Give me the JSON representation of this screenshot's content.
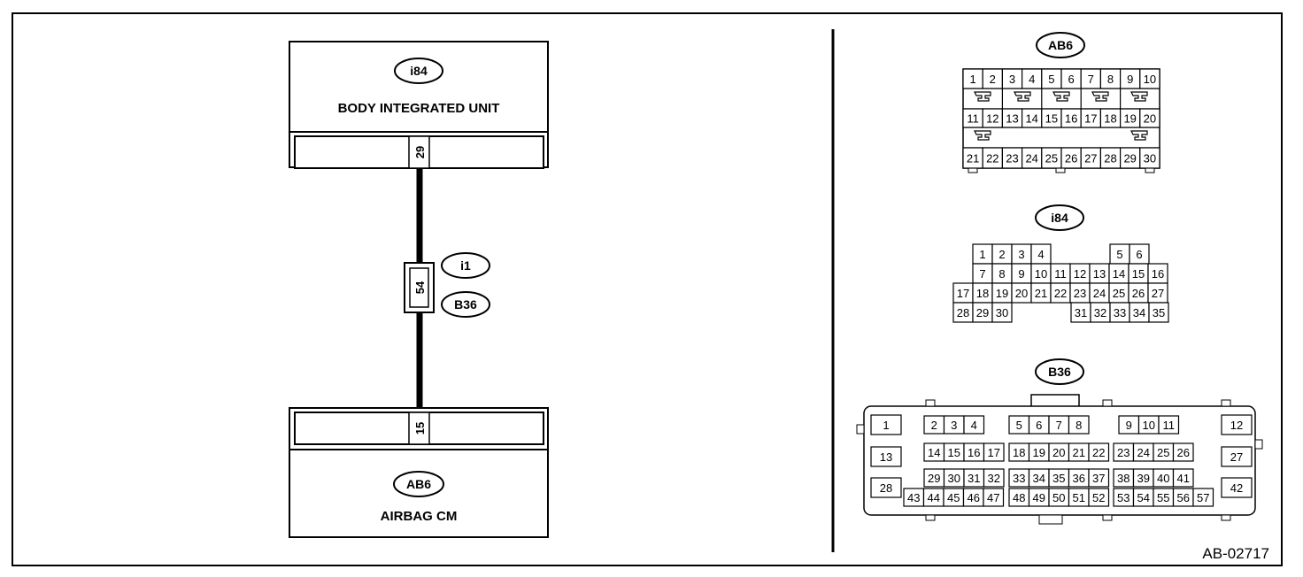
{
  "diagram": {
    "figure_id": "AB-02717",
    "units": {
      "top": {
        "connector": "i84",
        "name": "BODY INTEGRATED UNIT",
        "pin": "29"
      },
      "bottom": {
        "connector": "AB6",
        "name": "AIRBAG CM",
        "pin": "15"
      }
    },
    "inline_connector": {
      "pin": "54",
      "connectors": [
        "i1",
        "B36"
      ]
    }
  },
  "connector_views": {
    "ab6": {
      "label": "AB6",
      "row1": [
        "1",
        "2",
        "3",
        "4",
        "5",
        "6",
        "7",
        "8",
        "9",
        "10"
      ],
      "row2": [
        "11",
        "12",
        "13",
        "14",
        "15",
        "16",
        "17",
        "18",
        "19",
        "20"
      ],
      "row3": [
        "21",
        "22",
        "23",
        "24",
        "25",
        "26",
        "27",
        "28",
        "29",
        "30"
      ]
    },
    "i84": {
      "label": "i84",
      "row1a": [
        "1",
        "2",
        "3",
        "4"
      ],
      "row1b": [
        "5",
        "6"
      ],
      "row2": [
        "7",
        "8",
        "9",
        "10",
        "11",
        "12",
        "13",
        "14",
        "15",
        "16"
      ],
      "row3": [
        "17",
        "18",
        "19",
        "20",
        "21",
        "22",
        "23",
        "24",
        "25",
        "26",
        "27"
      ],
      "row4a": [
        "28",
        "29",
        "30"
      ],
      "row4b": [
        "31",
        "32",
        "33",
        "34",
        "35"
      ]
    },
    "b36": {
      "label": "B36",
      "left": [
        "1",
        "13",
        "28"
      ],
      "right": [
        "12",
        "27",
        "42"
      ],
      "row1": [
        [
          "2",
          "3",
          "4"
        ],
        [
          "5",
          "6",
          "7",
          "8"
        ],
        [
          "9",
          "10",
          "11"
        ]
      ],
      "row2": [
        [
          "14",
          "15",
          "16",
          "17"
        ],
        [
          "18",
          "19",
          "20",
          "21",
          "22"
        ],
        [
          "23",
          "24",
          "25",
          "26"
        ]
      ],
      "row3": [
        [
          "29",
          "30",
          "31",
          "32"
        ],
        [
          "33",
          "34",
          "35",
          "36",
          "37"
        ],
        [
          "38",
          "39",
          "40",
          "41"
        ]
      ],
      "row4": [
        [
          "43",
          "44",
          "45",
          "46",
          "47"
        ],
        [
          "48",
          "49",
          "50",
          "51",
          "52"
        ],
        [
          "53",
          "54",
          "55",
          "56",
          "57"
        ]
      ]
    }
  }
}
